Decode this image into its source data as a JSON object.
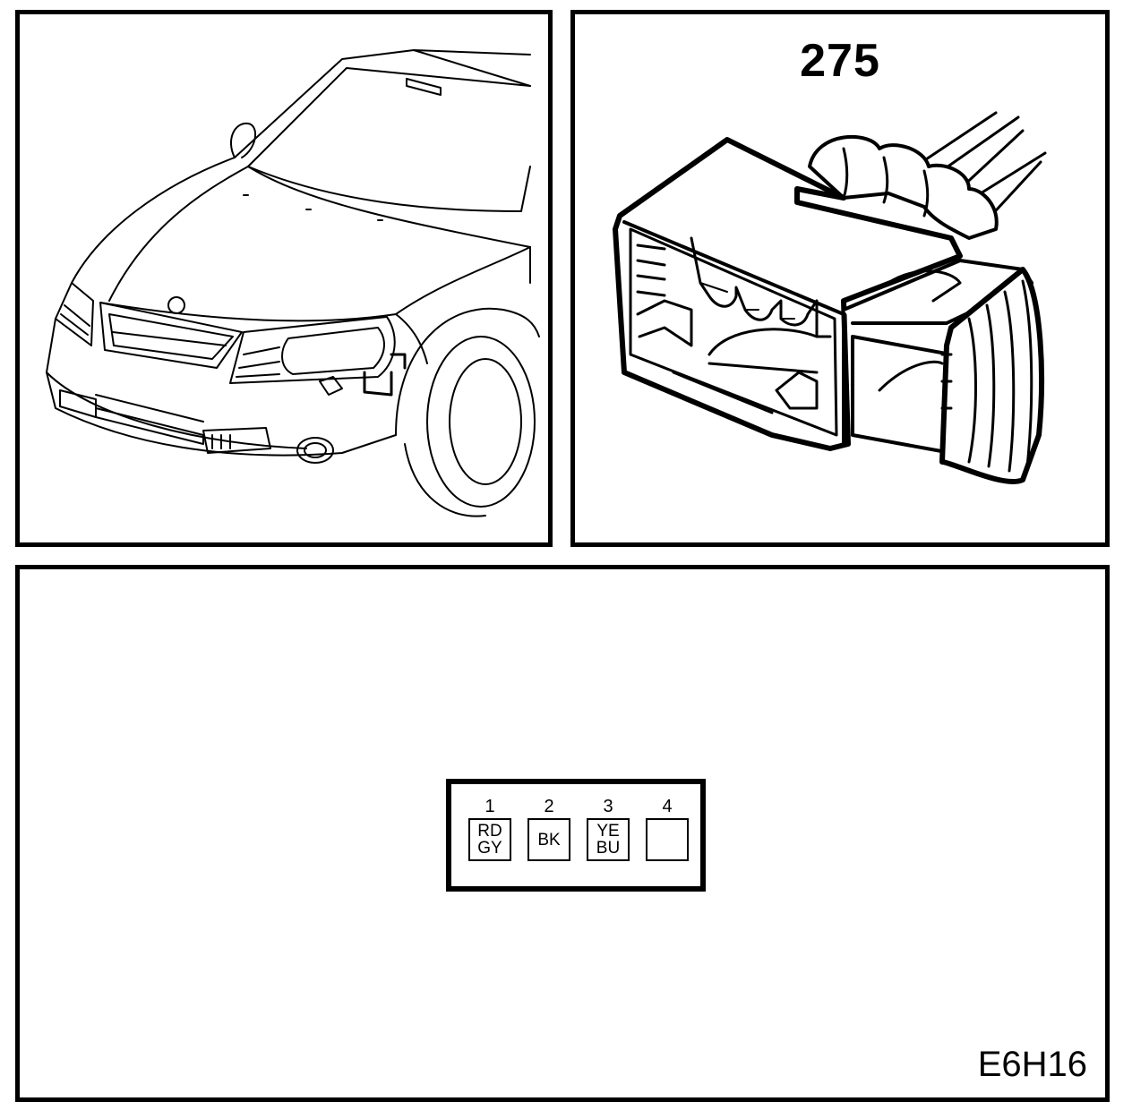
{
  "connector": {
    "number": "275"
  },
  "pins": [
    {
      "number": "1",
      "colors": [
        "RD",
        "GY"
      ]
    },
    {
      "number": "2",
      "colors": [
        "BK"
      ]
    },
    {
      "number": "3",
      "colors": [
        "YE",
        "BU"
      ]
    },
    {
      "number": "4",
      "colors": []
    }
  ],
  "figure": {
    "code": "E6H16"
  }
}
